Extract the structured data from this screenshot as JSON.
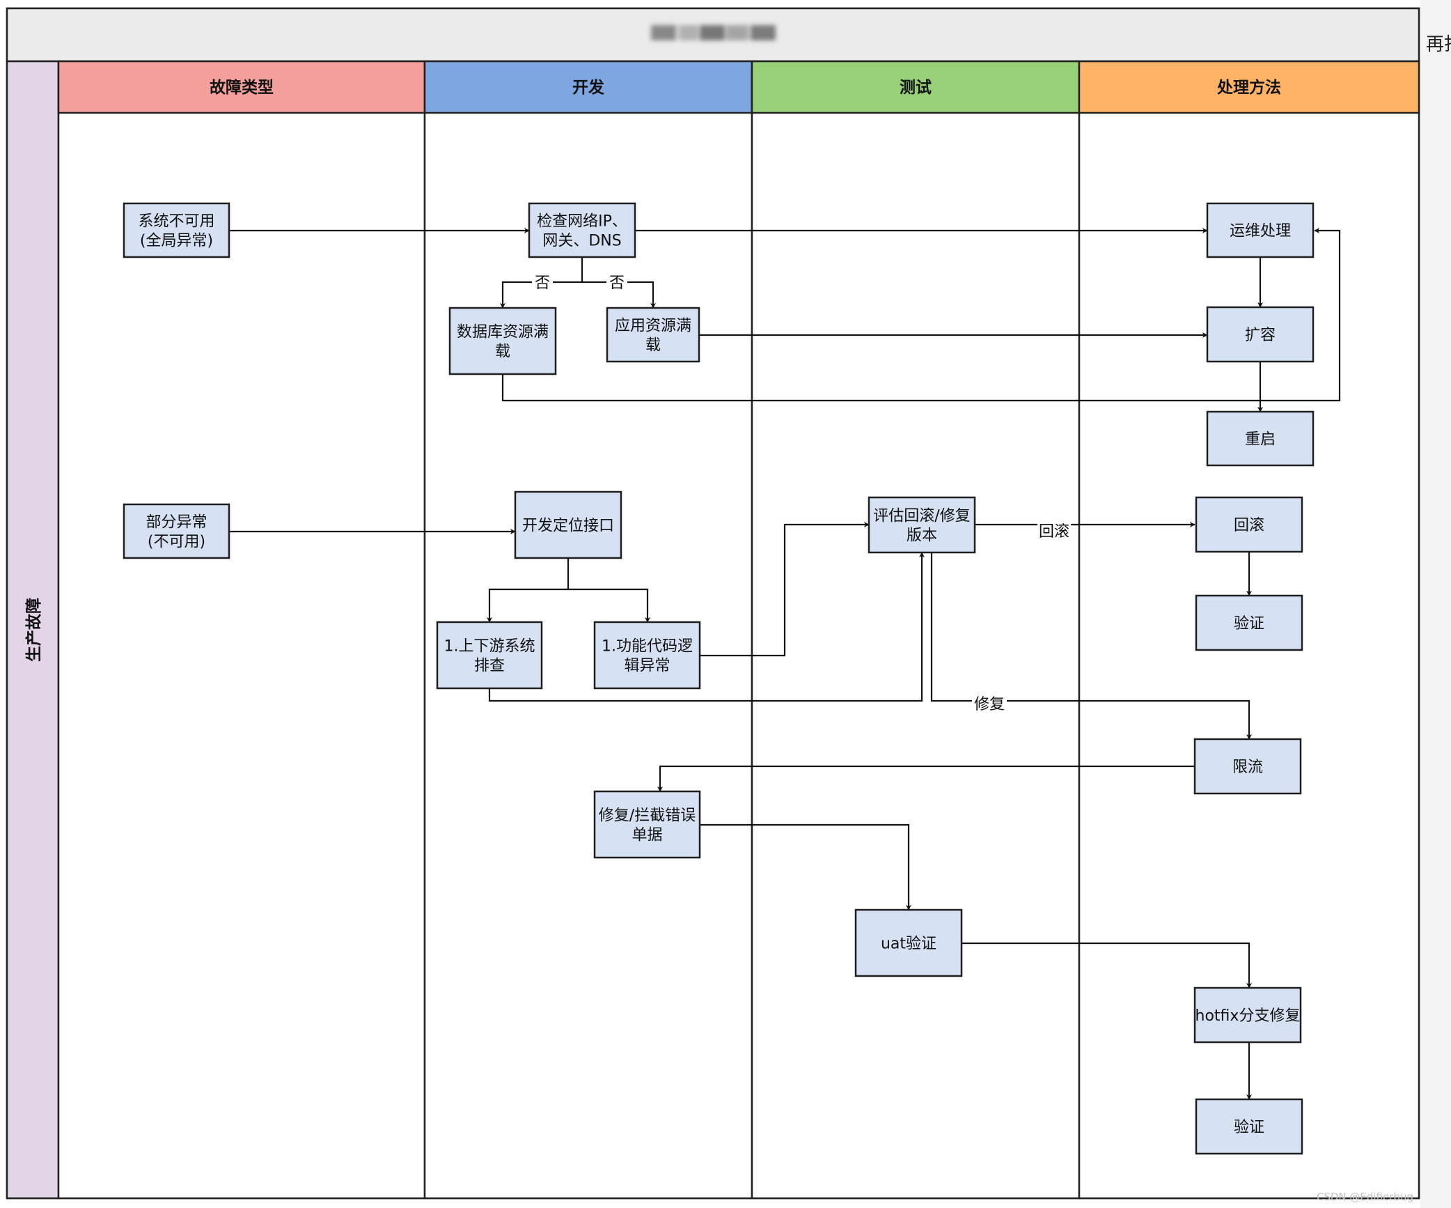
{
  "diagram": {
    "pool_title": "",
    "pool_label": "生产故障",
    "lanes": [
      {
        "id": "type",
        "label": "故障类型",
        "color": "#f4a09c"
      },
      {
        "id": "dev",
        "label": "开发",
        "color": "#7ea6e0"
      },
      {
        "id": "test",
        "label": "测试",
        "color": "#97d077"
      },
      {
        "id": "ops",
        "label": "处理方法",
        "color": "#ffb366"
      }
    ],
    "nodes": [
      {
        "id": "n1",
        "lines": [
          "系统不可用",
          "(全局异常)"
        ]
      },
      {
        "id": "n2",
        "lines": [
          "检查网络IP、",
          "网关、DNS"
        ]
      },
      {
        "id": "n3",
        "lines": [
          "数据库资源满",
          "载"
        ]
      },
      {
        "id": "n4",
        "lines": [
          "应用资源满",
          "载"
        ]
      },
      {
        "id": "n5",
        "lines": [
          "运维处理"
        ]
      },
      {
        "id": "n6",
        "lines": [
          "扩容"
        ]
      },
      {
        "id": "n7",
        "lines": [
          "重启"
        ]
      },
      {
        "id": "n8",
        "lines": [
          "部分异常",
          "(不可用)"
        ]
      },
      {
        "id": "n9",
        "lines": [
          "开发定位接口"
        ]
      },
      {
        "id": "n10",
        "lines": [
          "1.上下游系统",
          "排查"
        ]
      },
      {
        "id": "n11",
        "lines": [
          "1.功能代码逻",
          "辑异常"
        ]
      },
      {
        "id": "n12",
        "lines": [
          "评估回滚/修复",
          "版本"
        ]
      },
      {
        "id": "n13",
        "lines": [
          "回滚"
        ]
      },
      {
        "id": "n14",
        "lines": [
          "验证"
        ]
      },
      {
        "id": "n15",
        "lines": [
          "限流"
        ]
      },
      {
        "id": "n16",
        "lines": [
          "修复/拦截错误",
          "单据"
        ]
      },
      {
        "id": "n17",
        "lines": [
          "uat验证"
        ]
      },
      {
        "id": "n18",
        "lines": [
          "hotfix分支修复"
        ]
      },
      {
        "id": "n19",
        "lines": [
          "验证"
        ]
      }
    ],
    "edge_labels": {
      "no": "否",
      "rollback": "回滚",
      "repair": "修复"
    }
  },
  "side_text": "再打",
  "watermark": "CSDN @Edifierbug"
}
